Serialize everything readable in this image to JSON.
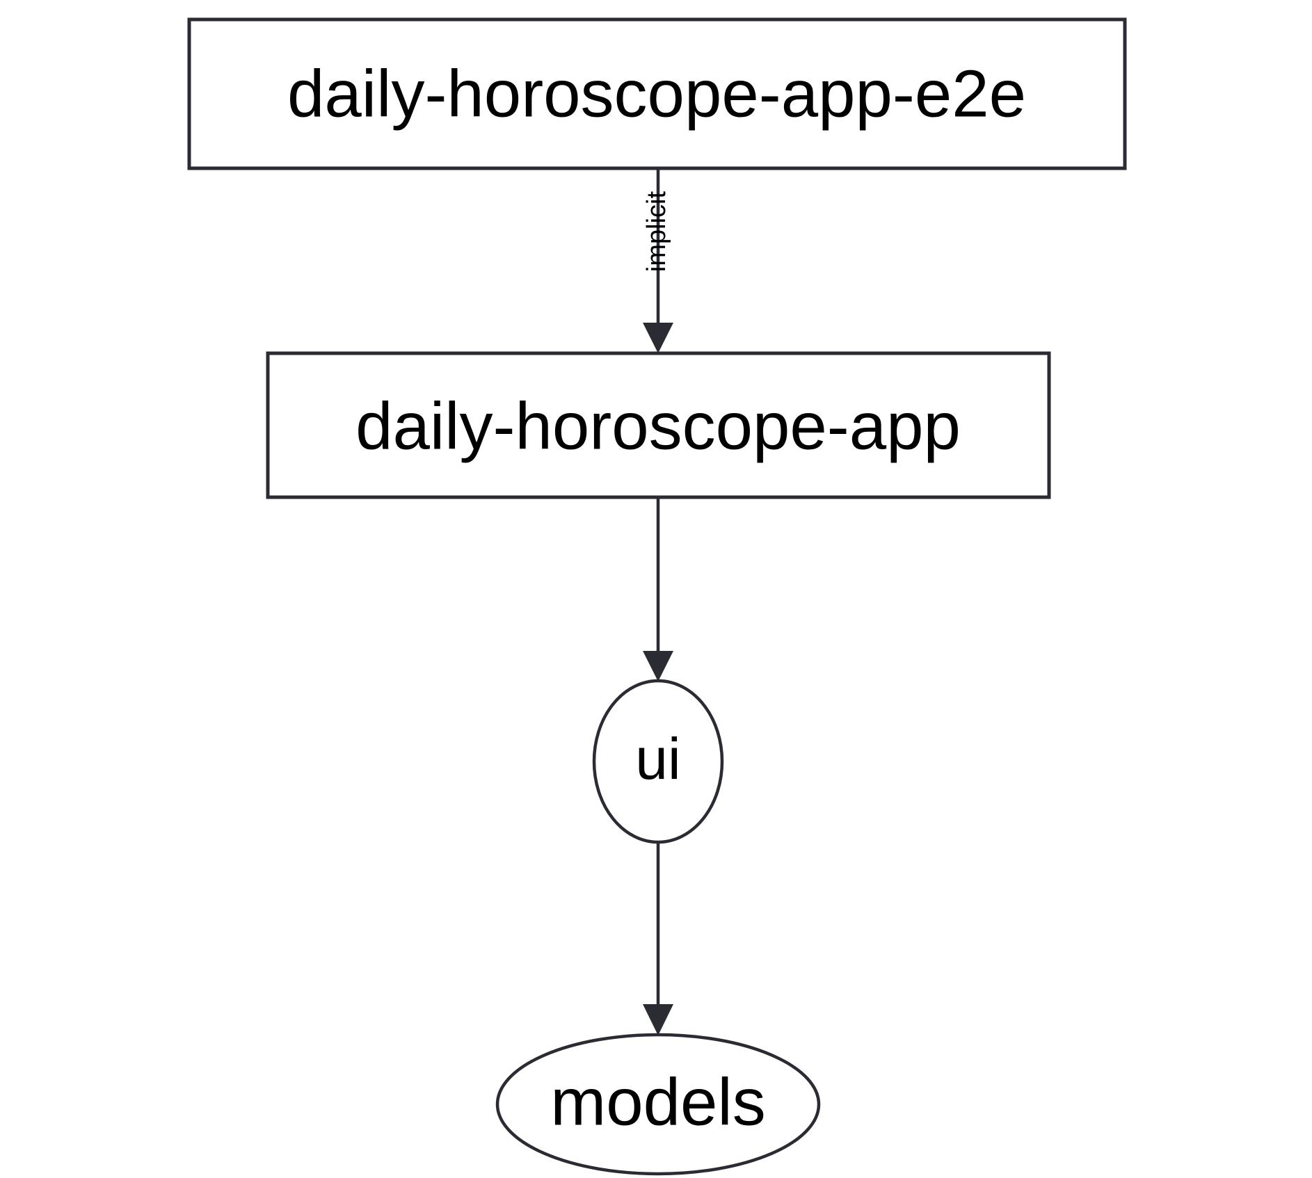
{
  "graph": {
    "background_color": "#ffffff",
    "stroke_color": "#2b2b33",
    "text_color": "#000000",
    "nodes": [
      {
        "id": "daily-horoscope-app-e2e",
        "label": "daily-horoscope-app-e2e",
        "shape": "rectangle",
        "font_size": 96
      },
      {
        "id": "daily-horoscope-app",
        "label": "daily-horoscope-app",
        "shape": "rectangle",
        "font_size": 96
      },
      {
        "id": "ui",
        "label": "ui",
        "shape": "circle",
        "font_size": 84
      },
      {
        "id": "models",
        "label": "models",
        "shape": "ellipse",
        "font_size": 96
      }
    ],
    "edges": [
      {
        "from": "daily-horoscope-app-e2e",
        "to": "daily-horoscope-app",
        "label": "implicit",
        "label_orientation": "vertical",
        "font_size": 38
      },
      {
        "from": "daily-horoscope-app",
        "to": "ui",
        "label": "",
        "label_orientation": "none",
        "font_size": 38
      },
      {
        "from": "ui",
        "to": "models",
        "label": "",
        "label_orientation": "none",
        "font_size": 38
      }
    ]
  }
}
